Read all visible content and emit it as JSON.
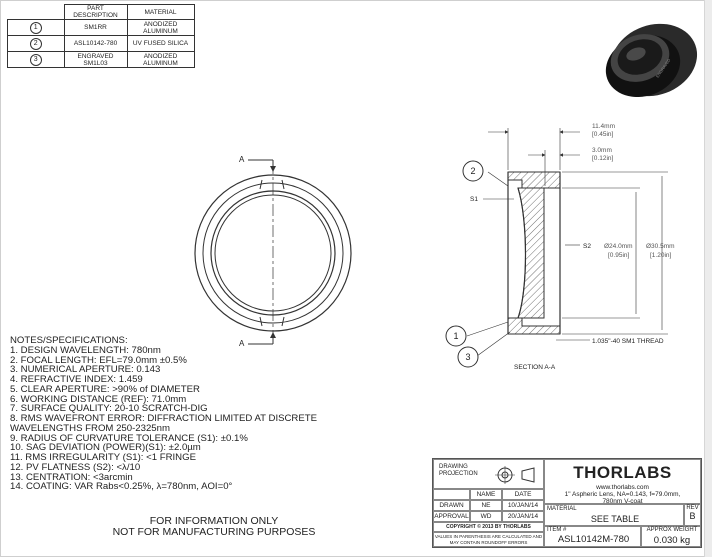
{
  "parts_table": {
    "headers": [
      "PART DESCRIPTION",
      "MATERIAL"
    ],
    "rows": [
      {
        "item": "1",
        "description": "SM1RR",
        "material": "ANODIZED ALUMINUM"
      },
      {
        "item": "2",
        "description": "ASL10142-780",
        "material": "UV FUSED SILICA"
      },
      {
        "item": "3",
        "description": "ENGRAVED SM1L03",
        "material": "ANODIZED ALUMINUM"
      }
    ]
  },
  "drawing": {
    "section_label_top": "A",
    "section_label_bottom": "A",
    "balloons": [
      "1",
      "2",
      "3"
    ],
    "surface_s1": "S1",
    "surface_s2": "S2",
    "dim_11_4": "11.4mm",
    "dim_11_4_in": "[0.45in]",
    "dim_3_0": "3.0mm",
    "dim_3_0_in": "[0.12in]",
    "dim_24": "Ø24.0mm",
    "dim_24_in": "[0.95in]",
    "dim_30_5": "Ø30.5mm",
    "dim_30_5_in": "[1.20in]",
    "thread_note": "1.035\"-40 SM1 THREAD",
    "section_view_label": "SECTION A-A",
    "iso_engraving": "ENGRAVED"
  },
  "notes": [
    "NOTES/SPECIFICATIONS:",
    "1.  DESIGN WAVELENGTH: 780nm",
    "2. FOCAL LENGTH: EFL=79.0mm ±0.5%",
    "3. NUMERICAL APERTURE: 0.143",
    "4. REFRACTIVE INDEX: 1.459",
    "5. CLEAR APERTURE: >90% of DIAMETER",
    "6. WORKING DISTANCE (REF): 71.0mm",
    "7. SURFACE QUALITY: 20-10 SCRATCH-DIG",
    "8. RMS WAVEFRONT ERROR: DIFFRACTION LIMITED AT DISCRETE",
    "WAVELENGTHS FROM 250-2325nm",
    "9. RADIUS OF CURVATURE TOLERANCE (S1): ±0.1%",
    "10. SAG DEVIATION (POWER)(S1): ±2.0µm",
    "11. RMS IRREGULARITY (S1): <1 FRINGE",
    "12. PV FLATNESS (S2):  <λ/10",
    "13. CENTRATION: <3arcmin",
    "14. COATING: VAR Rabs<0.25%, λ=780nm, AOI=0°"
  ],
  "info_line1": "FOR INFORMATION ONLY",
  "info_line2": "NOT FOR MANUFACTURING PURPOSES",
  "title_block": {
    "projection_label": "DRAWING PROJECTION",
    "name_hdr": "NAME",
    "date_hdr": "DATE",
    "drawn_lbl": "DRAWN",
    "drawn_name": "NE",
    "drawn_date": "10/JAN/14",
    "approval_lbl": "APPROVAL",
    "approval_name": "WD",
    "approval_date": "20/JAN/14",
    "copyright": "COPYRIGHT © 2013 BY THORLABS",
    "disclaimer": "VALUES IN PARENTHESIS ARE CALCULATED AND MAY CONTAIN ROUNDOFF ERRORS",
    "logo": "THORLABS",
    "website": "www.thorlabs.com",
    "description": "1\" Aspheric Lens, NA=0.143, f=79.0mm, 780nm V-coat",
    "material_lbl": "MATERIAL",
    "material_val": "SEE TABLE",
    "rev_lbl": "REV",
    "rev_val": "B",
    "item_lbl": "ITEM #",
    "item_val": "ASL10142M-780",
    "weight_lbl": "APPROX WEIGHT",
    "weight_val": "0.030 kg"
  }
}
